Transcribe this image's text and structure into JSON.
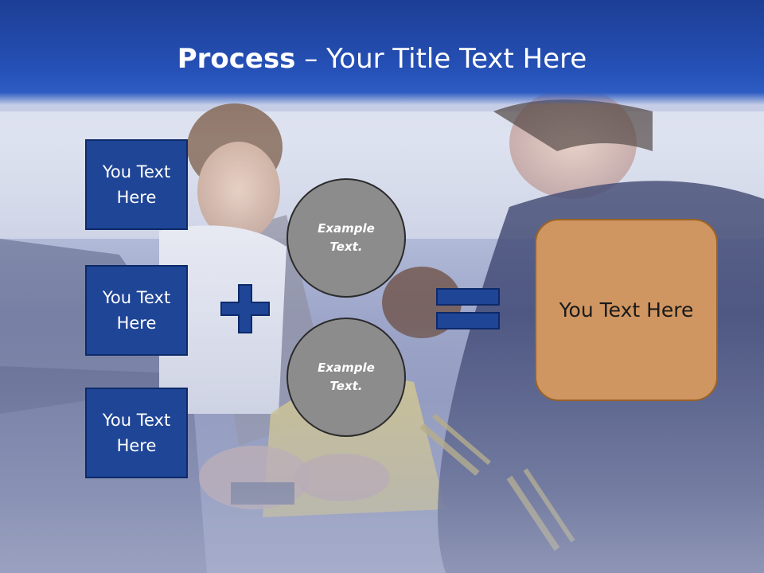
{
  "title": {
    "bold": "Process",
    "rest": " – Your Title Text Here"
  },
  "boxes": [
    {
      "label": "You Text Here"
    },
    {
      "label": "You Text Here"
    },
    {
      "label": "You Text Here"
    }
  ],
  "circles": [
    {
      "label": "Example Text."
    },
    {
      "label": "Example Text."
    }
  ],
  "result": {
    "label": "You Text Here"
  },
  "icons": {
    "operator_1": "plus-icon",
    "operator_2": "equals-icon"
  },
  "colors": {
    "title_band": "#2550b6",
    "box_fill": "#1f4596",
    "circle_fill": "#8c8c8c",
    "result_fill": "#d09662",
    "result_border": "#9c6326"
  }
}
